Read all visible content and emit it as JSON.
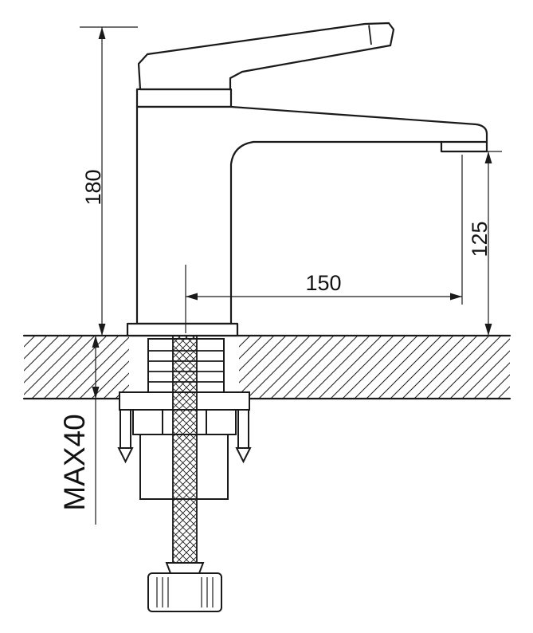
{
  "drawing": {
    "type": "technical-dimension-drawing",
    "subject": "single-lever basin faucet, side elevation with deck mounting hardware",
    "dimensions": {
      "overall_height": "180",
      "spout_outlet_height": "125",
      "spout_reach": "150",
      "max_deck_thickness": "MAX40"
    },
    "colors": {
      "line": "#1a1a1a",
      "background": "#ffffff"
    }
  }
}
